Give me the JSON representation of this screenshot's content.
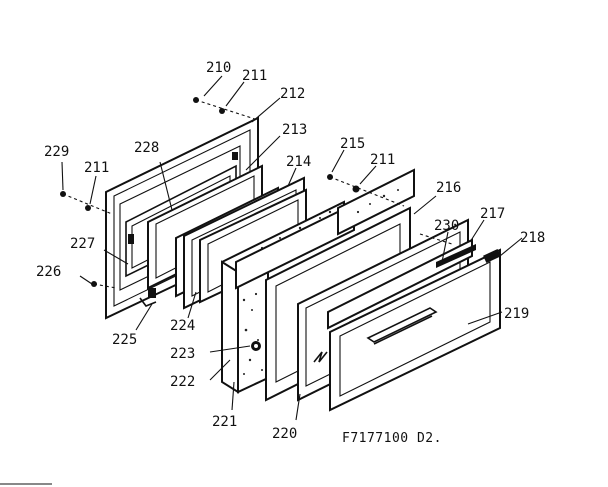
{
  "diagram": {
    "code": "F7177100 D2.",
    "parts": [
      "210",
      "211",
      "212",
      "213",
      "214",
      "215",
      "211",
      "216",
      "217",
      "218",
      "219",
      "220",
      "221",
      "222",
      "223",
      "224",
      "225",
      "226",
      "227",
      "228",
      "229",
      "211",
      "230"
    ]
  }
}
